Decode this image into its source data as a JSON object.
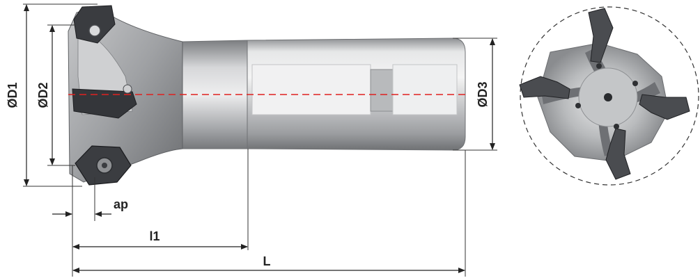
{
  "labels": {
    "d1": "ØD1",
    "d2": "ØD2",
    "d3": "ØD3",
    "ap": "ap",
    "l1": "l1",
    "L": "L"
  },
  "colors": {
    "centerline": "#e0201f",
    "dimension": "#222222",
    "steel_light": "#d9dadc",
    "steel_mid": "#a9abae",
    "steel_dark": "#6b6d70",
    "insert": "#2e3033"
  },
  "views": {
    "side": "side-view-tool-body",
    "front": "end-view-cutter-face"
  },
  "icons": {
    "arrowhead": "arrowhead-icon"
  }
}
